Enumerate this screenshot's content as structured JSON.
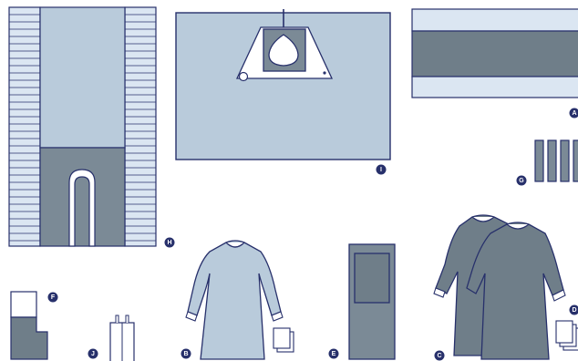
{
  "colors": {
    "outline": "#27306b",
    "light_blue": "#b9cbdb",
    "pale_blue": "#dbe6f2",
    "dark_slate": "#6f7e89",
    "mid_slate": "#7b8a96",
    "white": "#ffffff"
  },
  "badges": {
    "A": "A",
    "B": "B",
    "C": "C",
    "D": "D",
    "E": "E",
    "F": "F",
    "G": "G",
    "H": "H",
    "I": "I",
    "J": "J"
  }
}
